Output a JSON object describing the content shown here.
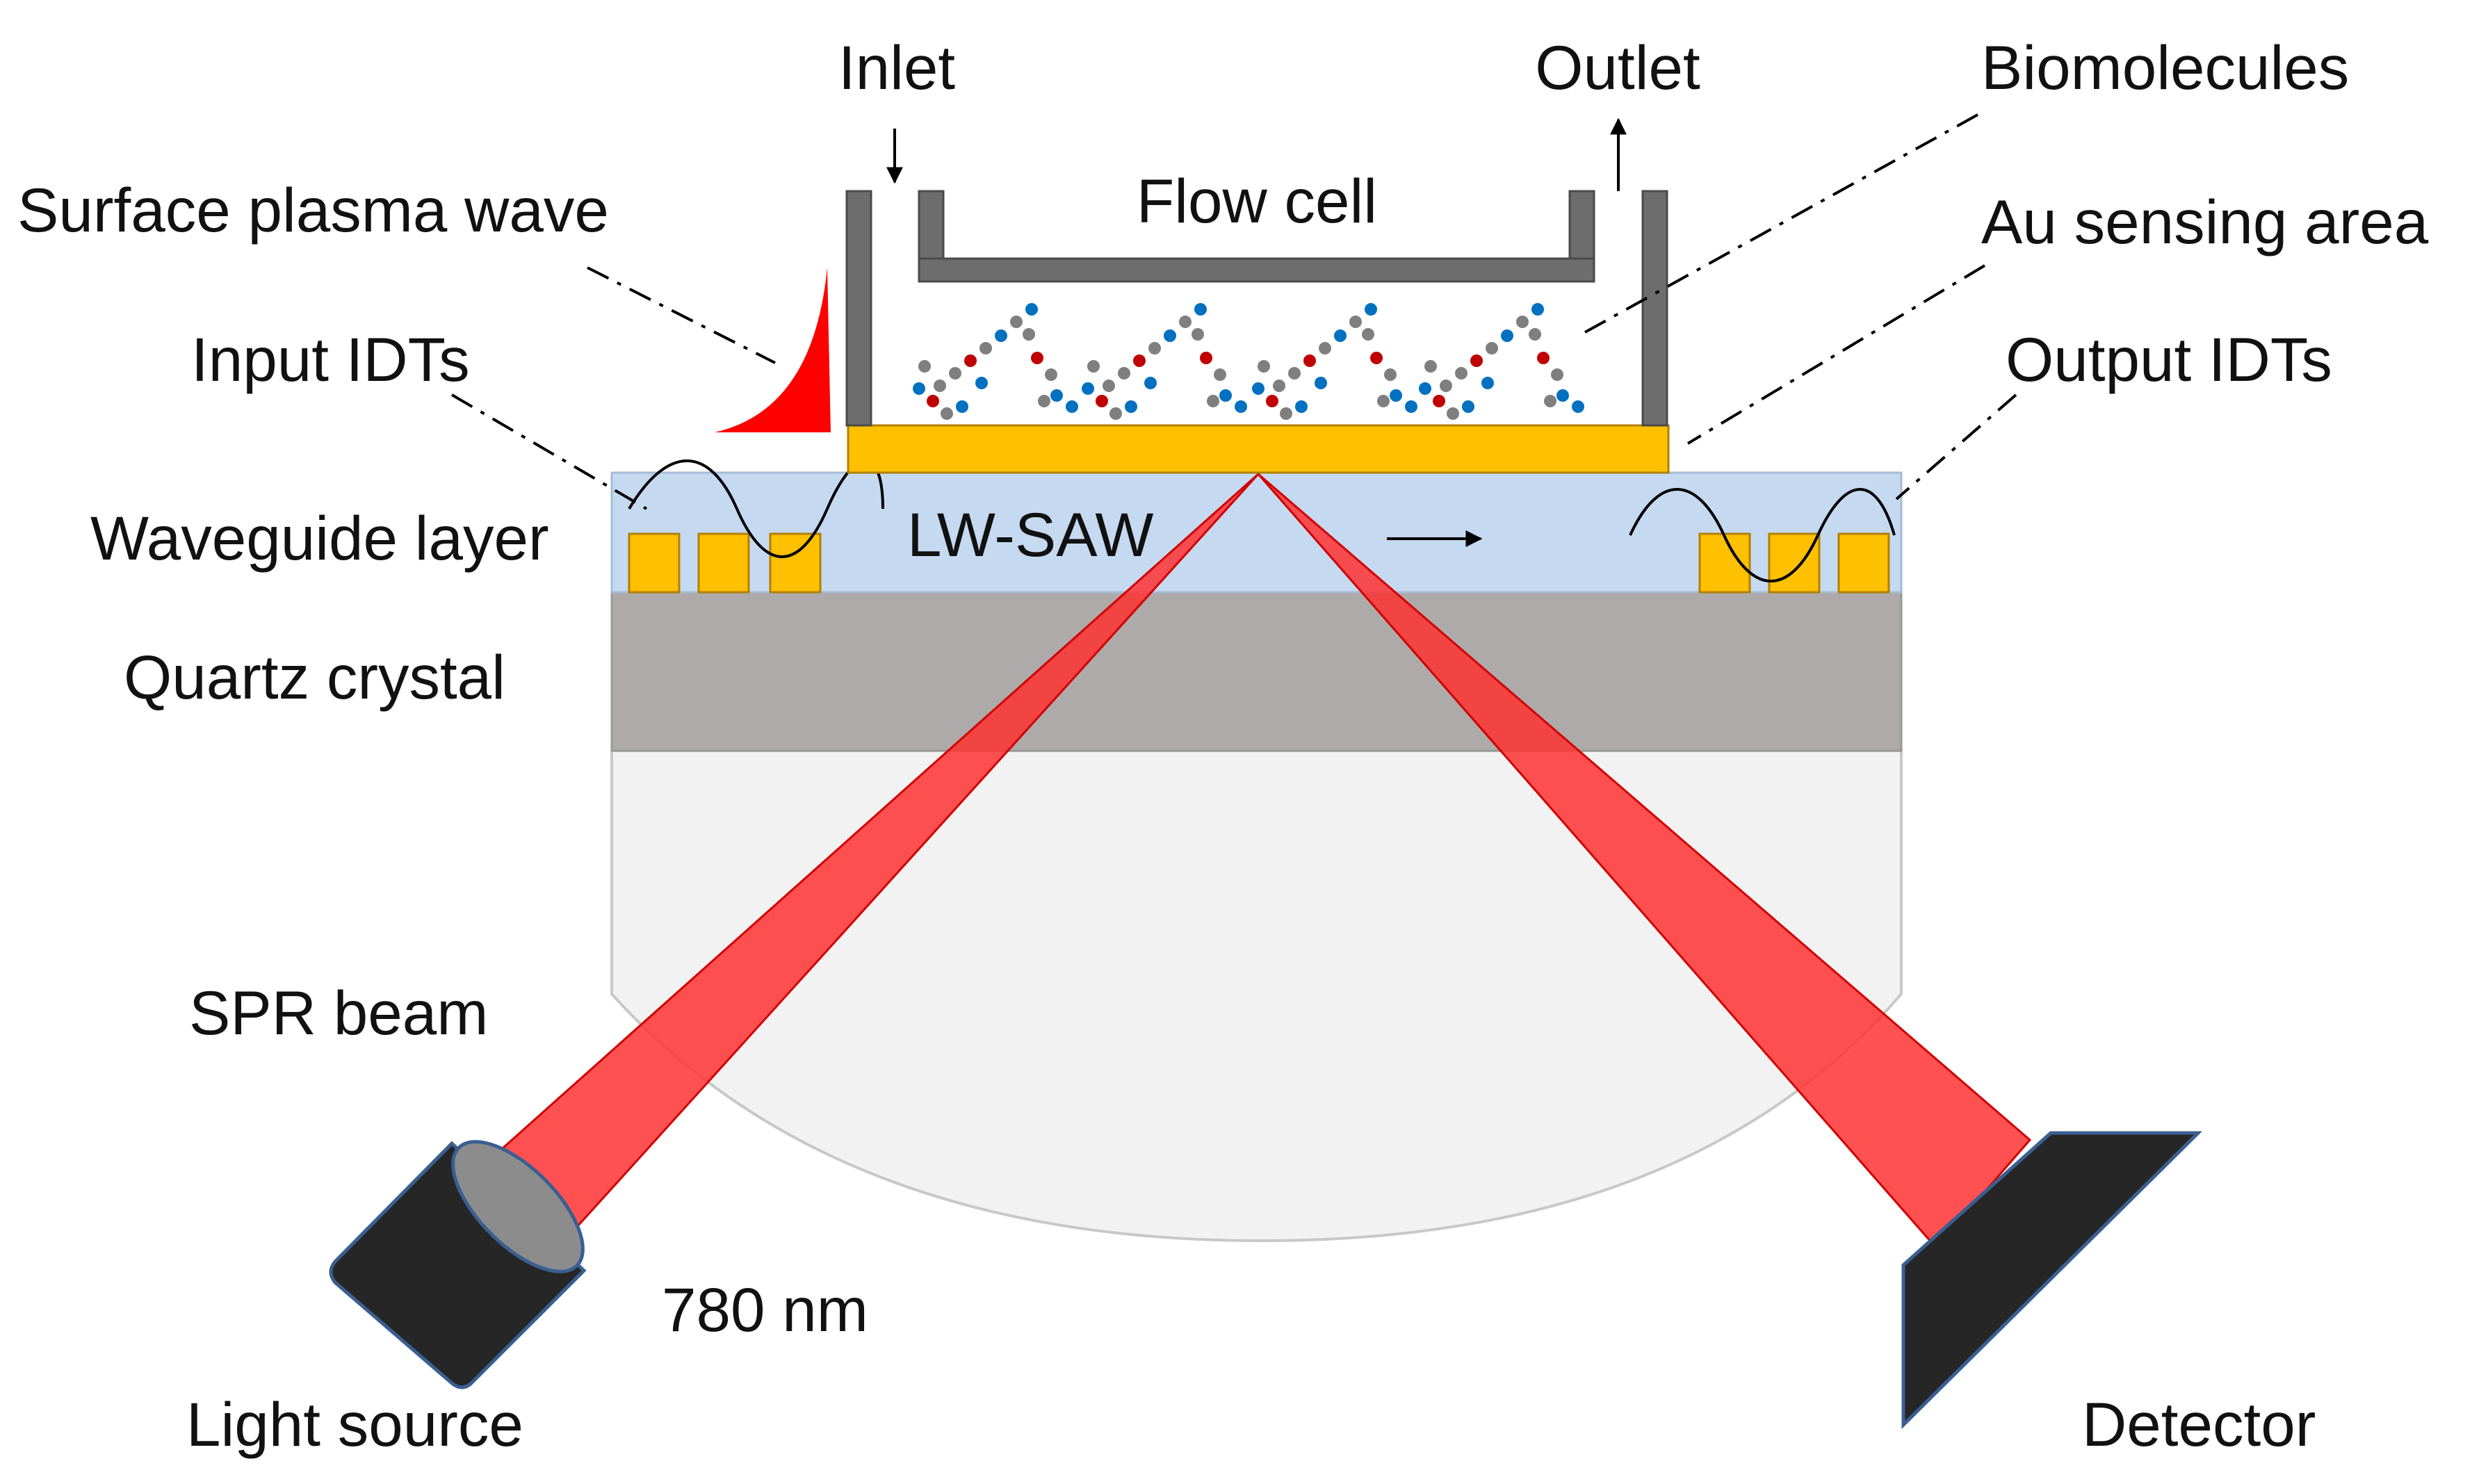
{
  "labels": {
    "inlet": "Inlet",
    "outlet": "Outlet",
    "biomolecules": "Biomolecules",
    "surface_plasma_wave": "Surface plasma wave",
    "flow_cell": "Flow cell",
    "au_sensing_area": "Au sensing area",
    "input_idts": "Input IDTs",
    "output_idts": "Output IDTs",
    "waveguide_layer": "Waveguide layer",
    "lw_saw": "LW-SAW",
    "quartz_crystal": "Quartz crystal",
    "spr_beam": "SPR beam",
    "wavelength": "780 nm",
    "light_source": "Light source",
    "detector": "Detector"
  },
  "colors": {
    "waveguide": "#c5d9f1",
    "electrode": "#ffc000",
    "electrode_border": "#b08000",
    "quartz": "#aeaaaa",
    "prism": "#f2f2f2",
    "flow_cell_wall": "#6d6d6d",
    "beam": "#ff3333",
    "plasma_wave": "#ff0000",
    "device_body": "#262626",
    "molecule_red": "#c00000",
    "molecule_blue": "#0070c0",
    "molecule_grey": "#7f7f7f"
  }
}
